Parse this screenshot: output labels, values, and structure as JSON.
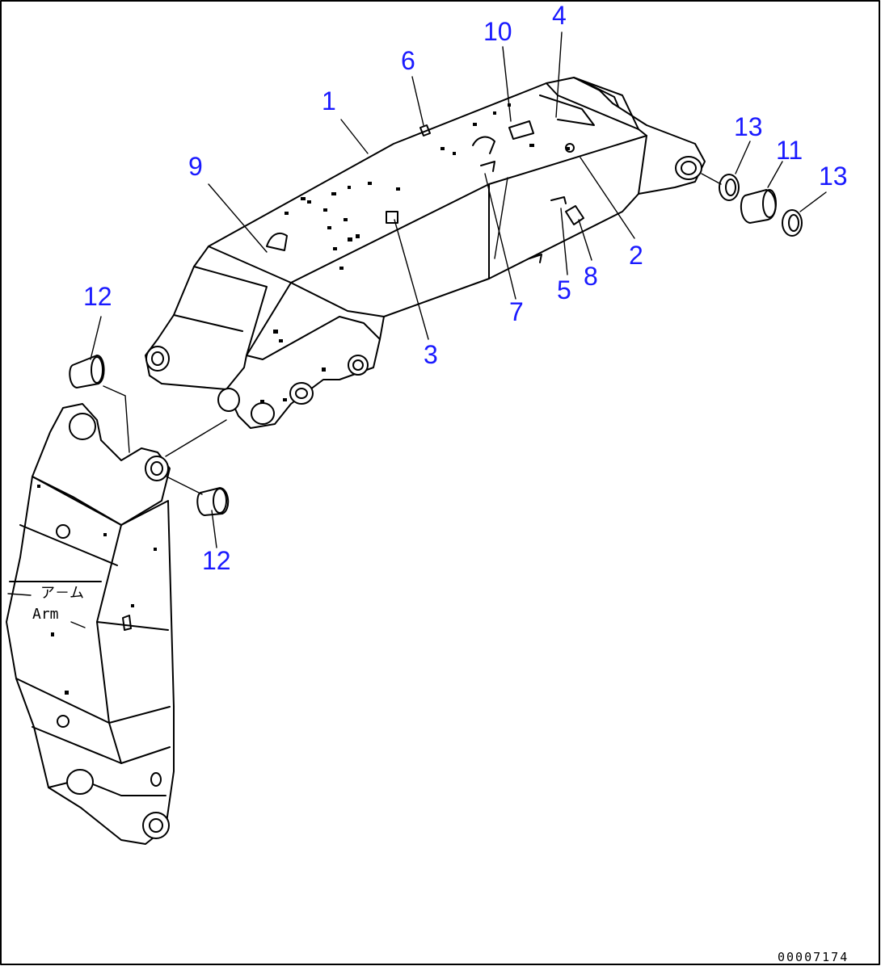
{
  "diagram": {
    "callouts": [
      {
        "id": "1",
        "label": "1"
      },
      {
        "id": "2",
        "label": "2"
      },
      {
        "id": "3",
        "label": "3"
      },
      {
        "id": "4",
        "label": "4"
      },
      {
        "id": "5",
        "label": "5"
      },
      {
        "id": "6",
        "label": "6"
      },
      {
        "id": "7",
        "label": "7"
      },
      {
        "id": "8",
        "label": "8"
      },
      {
        "id": "9",
        "label": "9"
      },
      {
        "id": "10",
        "label": "10"
      },
      {
        "id": "11",
        "label": "11"
      },
      {
        "id": "12a",
        "label": "12"
      },
      {
        "id": "12b",
        "label": "12"
      },
      {
        "id": "13a",
        "label": "13"
      },
      {
        "id": "13b",
        "label": "13"
      }
    ],
    "arm_label_jp": "ア－ム",
    "arm_label_en": "Arm",
    "drawing_ref": "00007174",
    "callout_color": "#1a1aff"
  }
}
